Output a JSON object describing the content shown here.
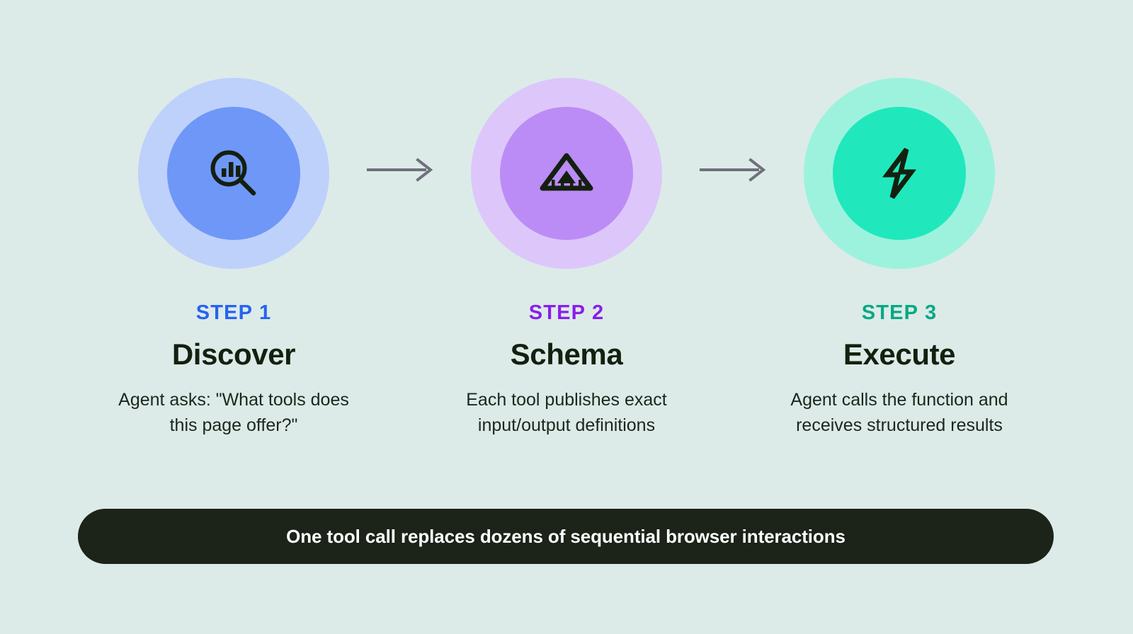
{
  "background_color": "#dcebe8",
  "steps": [
    {
      "label": "STEP 1",
      "title": "Discover",
      "description": "Agent asks: \"What tools does this page offer?\"",
      "icon": "magnifier-bar-chart-icon",
      "label_color": "#2563f0",
      "outer_circle_color": "#bed1fb",
      "inner_circle_color": "#6f97f7"
    },
    {
      "label": "STEP 2",
      "title": "Schema",
      "description": "Each tool publishes exact input/output definitions",
      "icon": "triangle-ruler-icon",
      "label_color": "#8b1ee8",
      "outer_circle_color": "#ddc7fa",
      "inner_circle_color": "#bb8cf5"
    },
    {
      "label": "STEP 3",
      "title": "Execute",
      "description": "Agent calls the function and receives structured results",
      "icon": "lightning-bolt-icon",
      "label_color": "#07a885",
      "outer_circle_color": "#9df2de",
      "inner_circle_color": "#20e8bc"
    }
  ],
  "connectors": [
    {
      "icon": "arrow-right-icon",
      "color": "#70707e"
    },
    {
      "icon": "arrow-right-icon",
      "color": "#70707e"
    }
  ],
  "banner": {
    "text": "One tool call replaces dozens of sequential browser interactions",
    "background_color": "#1c2319",
    "text_color": "#ffffff"
  }
}
